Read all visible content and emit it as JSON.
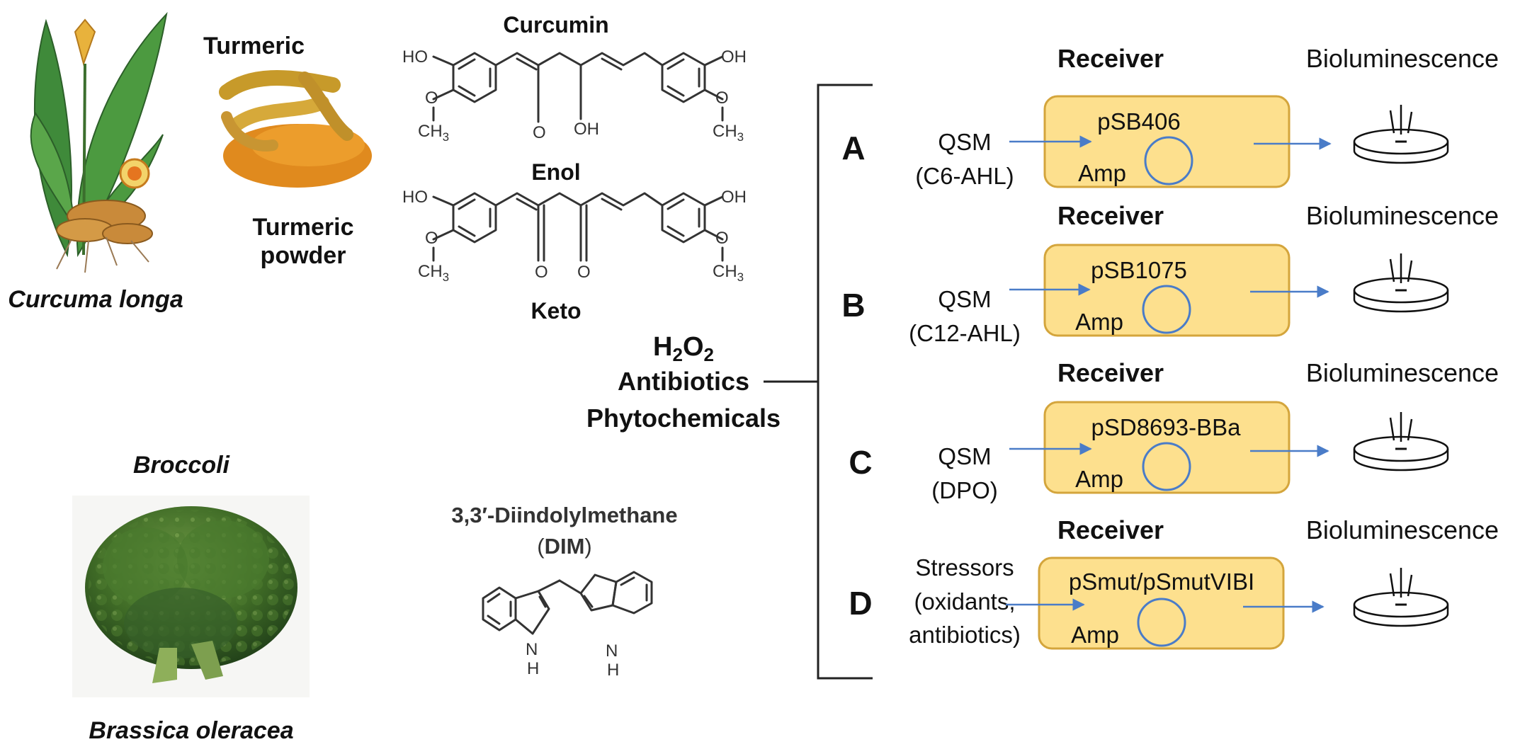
{
  "labels": {
    "turmeric": "Turmeric",
    "turmeric_powder_line1": "Turmeric",
    "turmeric_powder_line2": "powder",
    "curcuma": "Curcuma longa",
    "broccoli": "Broccoli",
    "brassica": "Brassica oleracea"
  },
  "chemistry": {
    "curcumin": "Curcumin",
    "enol": "Enol",
    "keto": "Keto",
    "dim_line1": "3,3′-Diindolylmethane",
    "dim_open": "(",
    "dim_abbr": "DIM",
    "dim_close": ")",
    "atoms": {
      "ho": "HO",
      "oh": "OH",
      "o": "O",
      "ch3": "CH",
      "sub3": "3",
      "h": "H",
      "n": "N"
    }
  },
  "treatments": {
    "h": "H",
    "sub2": "2",
    "o": "O",
    "line2": "Antibiotics",
    "line3": "Phytochemicals"
  },
  "assays": [
    {
      "letter": "A",
      "header_left": "Receiver",
      "header_right": "Bioluminescence",
      "input_lines": [
        "QSM",
        "(C6-AHL)"
      ],
      "plasmid": "pSB406",
      "marker": "Amp"
    },
    {
      "letter": "B",
      "header_left": "Receiver",
      "header_right": "Bioluminescence",
      "input_lines": [
        "QSM",
        "(C12-AHL)"
      ],
      "plasmid": "pSB1075",
      "marker": "Amp"
    },
    {
      "letter": "C",
      "header_left": "Receiver",
      "header_right": "Bioluminescence",
      "input_lines": [
        "QSM",
        "(DPO)"
      ],
      "plasmid": "pSD8693-BBa",
      "marker": "Amp"
    },
    {
      "letter": "D",
      "header_left": "Receiver",
      "header_right": "Bioluminescence",
      "input_lines": [
        "Stressors",
        "(oxidants,",
        "antibiotics)"
      ],
      "plasmid": "pSmut/pSmutVIBI",
      "marker": "Amp"
    }
  ],
  "colors": {
    "box_fill": "#fde08e",
    "box_stroke": "#d4a53c",
    "arrow": "#4a7cc8",
    "circle": "#4a7cc8",
    "line": "#222222"
  }
}
